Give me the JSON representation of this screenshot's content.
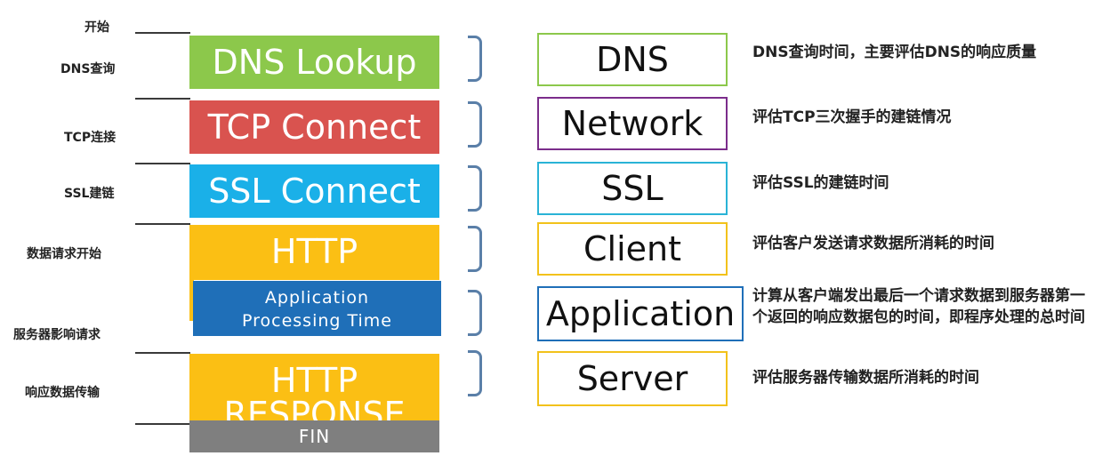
{
  "side_labels": {
    "start": "开始",
    "dns": "DNS查询",
    "tcp": "TCP连接",
    "ssl": "SSL建链",
    "request": "数据请求开始",
    "server": "服务器影响请求",
    "response": "响应数据传输"
  },
  "phases": {
    "dns": "DNS Lookup",
    "tcp": "TCP Connect",
    "ssl": "SSL Connect",
    "http": "HTTP",
    "app_line1": "Application",
    "app_line2": "Processing Time",
    "resp_line1": "HTTP",
    "resp_line2": "RESPONSE",
    "fin": "FIN"
  },
  "categories": {
    "dns": "DNS",
    "network": "Network",
    "ssl": "SSL",
    "client": "Client",
    "application": "Application",
    "server": "Server"
  },
  "descriptions": {
    "dns": "DNS查询时间，主要评估DNS的响应质量",
    "network": "评估TCP三次握手的建链情况",
    "ssl": "评估SSL的建链时间",
    "client": "评估客户发送请求数据所消耗的时间",
    "application": "计算从客户端发出最后一个请求数据到服务器第一个返回的响应数据包的时间，即程序处理的总时间",
    "server": "评估服务器传输数据所消耗的时间"
  },
  "colors": {
    "dns": "#8cc84b",
    "tcp": "#d9534f",
    "ssl": "#1ab0e8",
    "http": "#fbbf14",
    "app": "#1f6fb8",
    "fin": "#7f7f7f",
    "bracket": "#5a7fa8",
    "cat_dns": "#8cc84b",
    "cat_network": "#7b2d8b",
    "cat_ssl": "#2ab3d6",
    "cat_client": "#f2c21b",
    "cat_application": "#1f6fb8",
    "cat_server": "#f2c21b"
  }
}
